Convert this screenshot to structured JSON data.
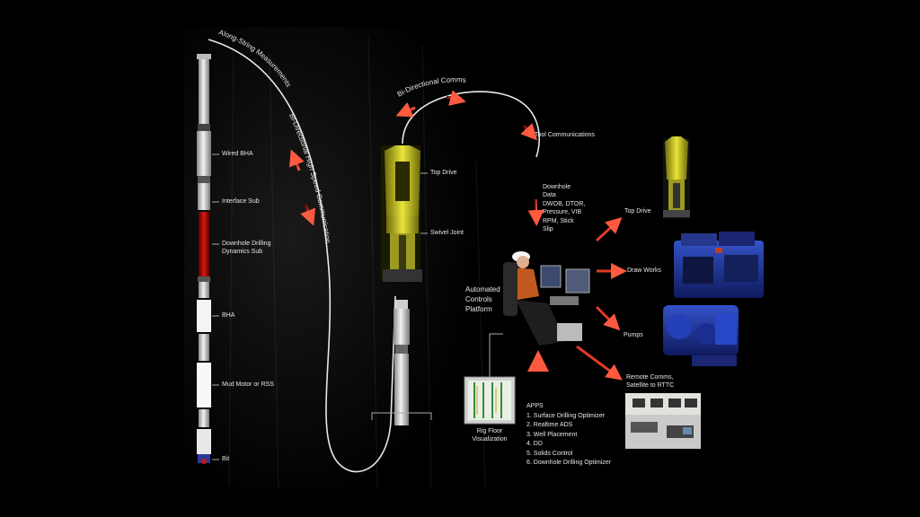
{
  "diagram": {
    "curve_labels": {
      "along_string": "Along-String Measurements",
      "bi_dir_high_speed": "Bi-Directional High Speed Communication",
      "bi_dir_comms": "Bi-Directional Comms"
    },
    "string_labels": {
      "wired_bha": "Wired BHA",
      "interface_sub": "Interface Sub",
      "ddd_sub_line1": "Downhole Drilling",
      "ddd_sub_line2": "Dynamics Sub",
      "bha": "BHA",
      "mud_motor": "Mud Motor or RSS",
      "bit": "Bit"
    },
    "rig_labels": {
      "top_drive": "Top Drive",
      "swivel_joint": "Swivel Joint"
    },
    "tool_communications": "Tool Communications",
    "downhole_data": [
      "Downhole",
      "Data",
      "DWOB, DTOR,",
      "Pressure, VIB",
      "RPM, Stick",
      "Slip"
    ],
    "automated_controls": [
      "Automated",
      "Controls",
      "Platform"
    ],
    "rig_floor": [
      "Rig Floor",
      "Visualization"
    ],
    "outputs": {
      "top_drive": "Top Drive",
      "draw_works": "Draw Works",
      "pumps": "Pumps",
      "remote_line1": "Remote Comms,",
      "remote_line2": "Satellite to RTTC"
    },
    "apps_title": "APPS",
    "apps": [
      "1. Surface Drilling Optimizer",
      "2. Realtime ADS",
      "3. Well Placement",
      "4. DD",
      "5. Solids Control",
      "6. Downhole Drilling Optimizer"
    ],
    "colors": {
      "background": "#000000",
      "rig_yellow": "#d4d22a",
      "arrow_red": "#e03a2a",
      "equipment_blue": "#1c2f8f",
      "pipe_gray": "#cfcfcf"
    }
  }
}
